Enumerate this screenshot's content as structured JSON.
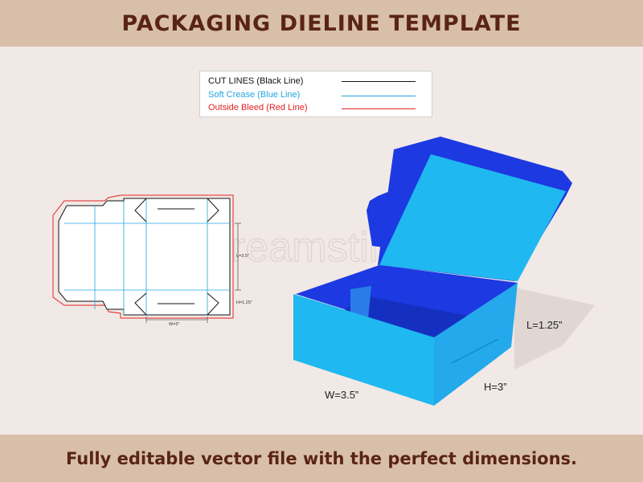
{
  "header": {
    "title": "PACKAGING DIELINE TEMPLATE"
  },
  "legend": {
    "items": [
      {
        "label": "CUT LINES (Black Line)",
        "color": "#111111"
      },
      {
        "label": "Soft Crease (Blue Line)",
        "color": "#22a6e0"
      },
      {
        "label": "Outside Bleed (Red Line)",
        "color": "#e32222"
      }
    ]
  },
  "dieline": {
    "label_l": "L=3.5\"",
    "label_h": "H=1.25\"",
    "label_w": "W=3\""
  },
  "box3d": {
    "label_l": "L=1.25”",
    "label_w": "W=3.5”",
    "label_h": "H=3”"
  },
  "watermark": "dreamstime",
  "footer": {
    "text": "Fully editable vector file with the perfect dimensions."
  },
  "colors": {
    "header_bg": "#d8bfa9",
    "header_text": "#5a2413",
    "box_dark": "#1c39e2",
    "box_light": "#1fb8f0",
    "box_mid": "#2a7de8"
  }
}
